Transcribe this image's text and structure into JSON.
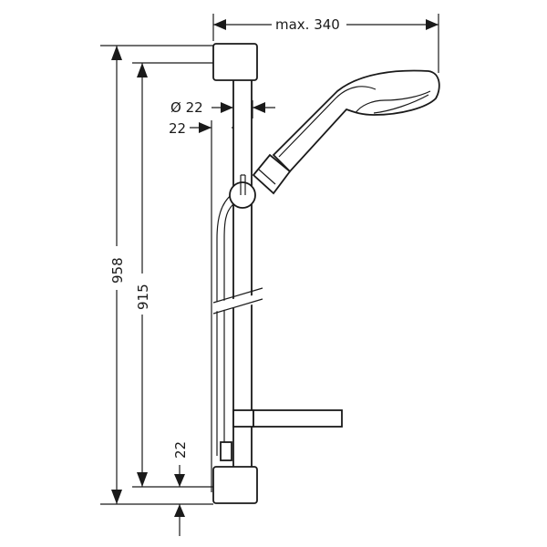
{
  "dimensions": {
    "max_width": "max. 340",
    "diameter": "Ø 22",
    "bar_offset": "22",
    "total_height": "958",
    "bar_length": "915",
    "bottom_offset": "22"
  }
}
